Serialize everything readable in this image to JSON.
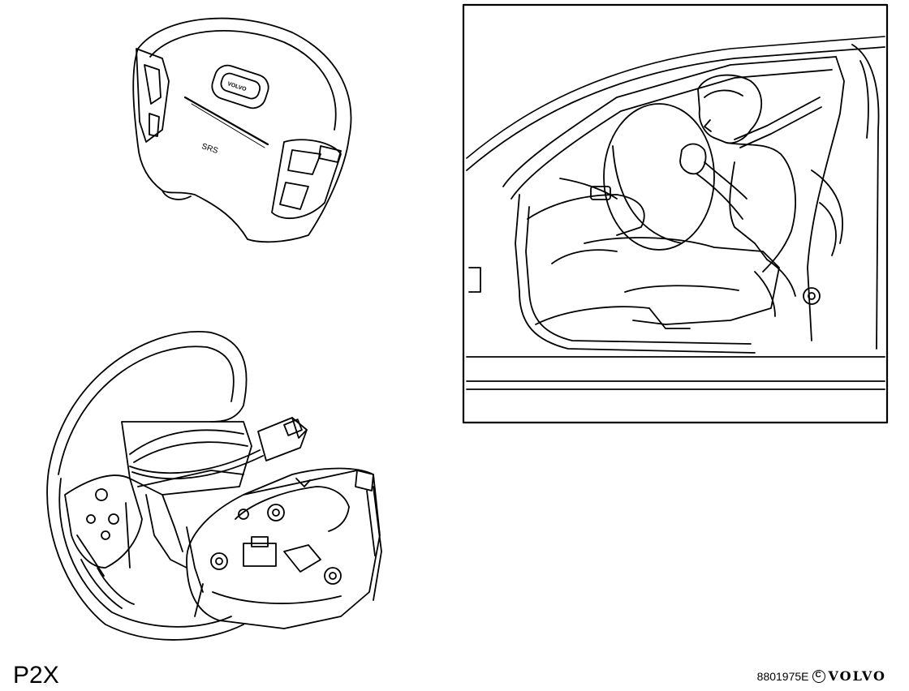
{
  "footer": {
    "model_code": "P2X",
    "figure_ref": "8801975E",
    "brand": "VOLVO",
    "copyright_glyph": "C"
  },
  "illustrations": [
    {
      "name": "airbag-module",
      "depicts": "steering wheel airbag cover"
    },
    {
      "name": "steering-wheel-exploded",
      "depicts": "steering wheel with airbag module and connector"
    },
    {
      "name": "deployed-airbag-scene",
      "depicts": "driver with inflated front airbag in vehicle cabin"
    }
  ],
  "airbag_cover": {
    "badge_text": "VOLVO",
    "label_text": "SRS"
  }
}
